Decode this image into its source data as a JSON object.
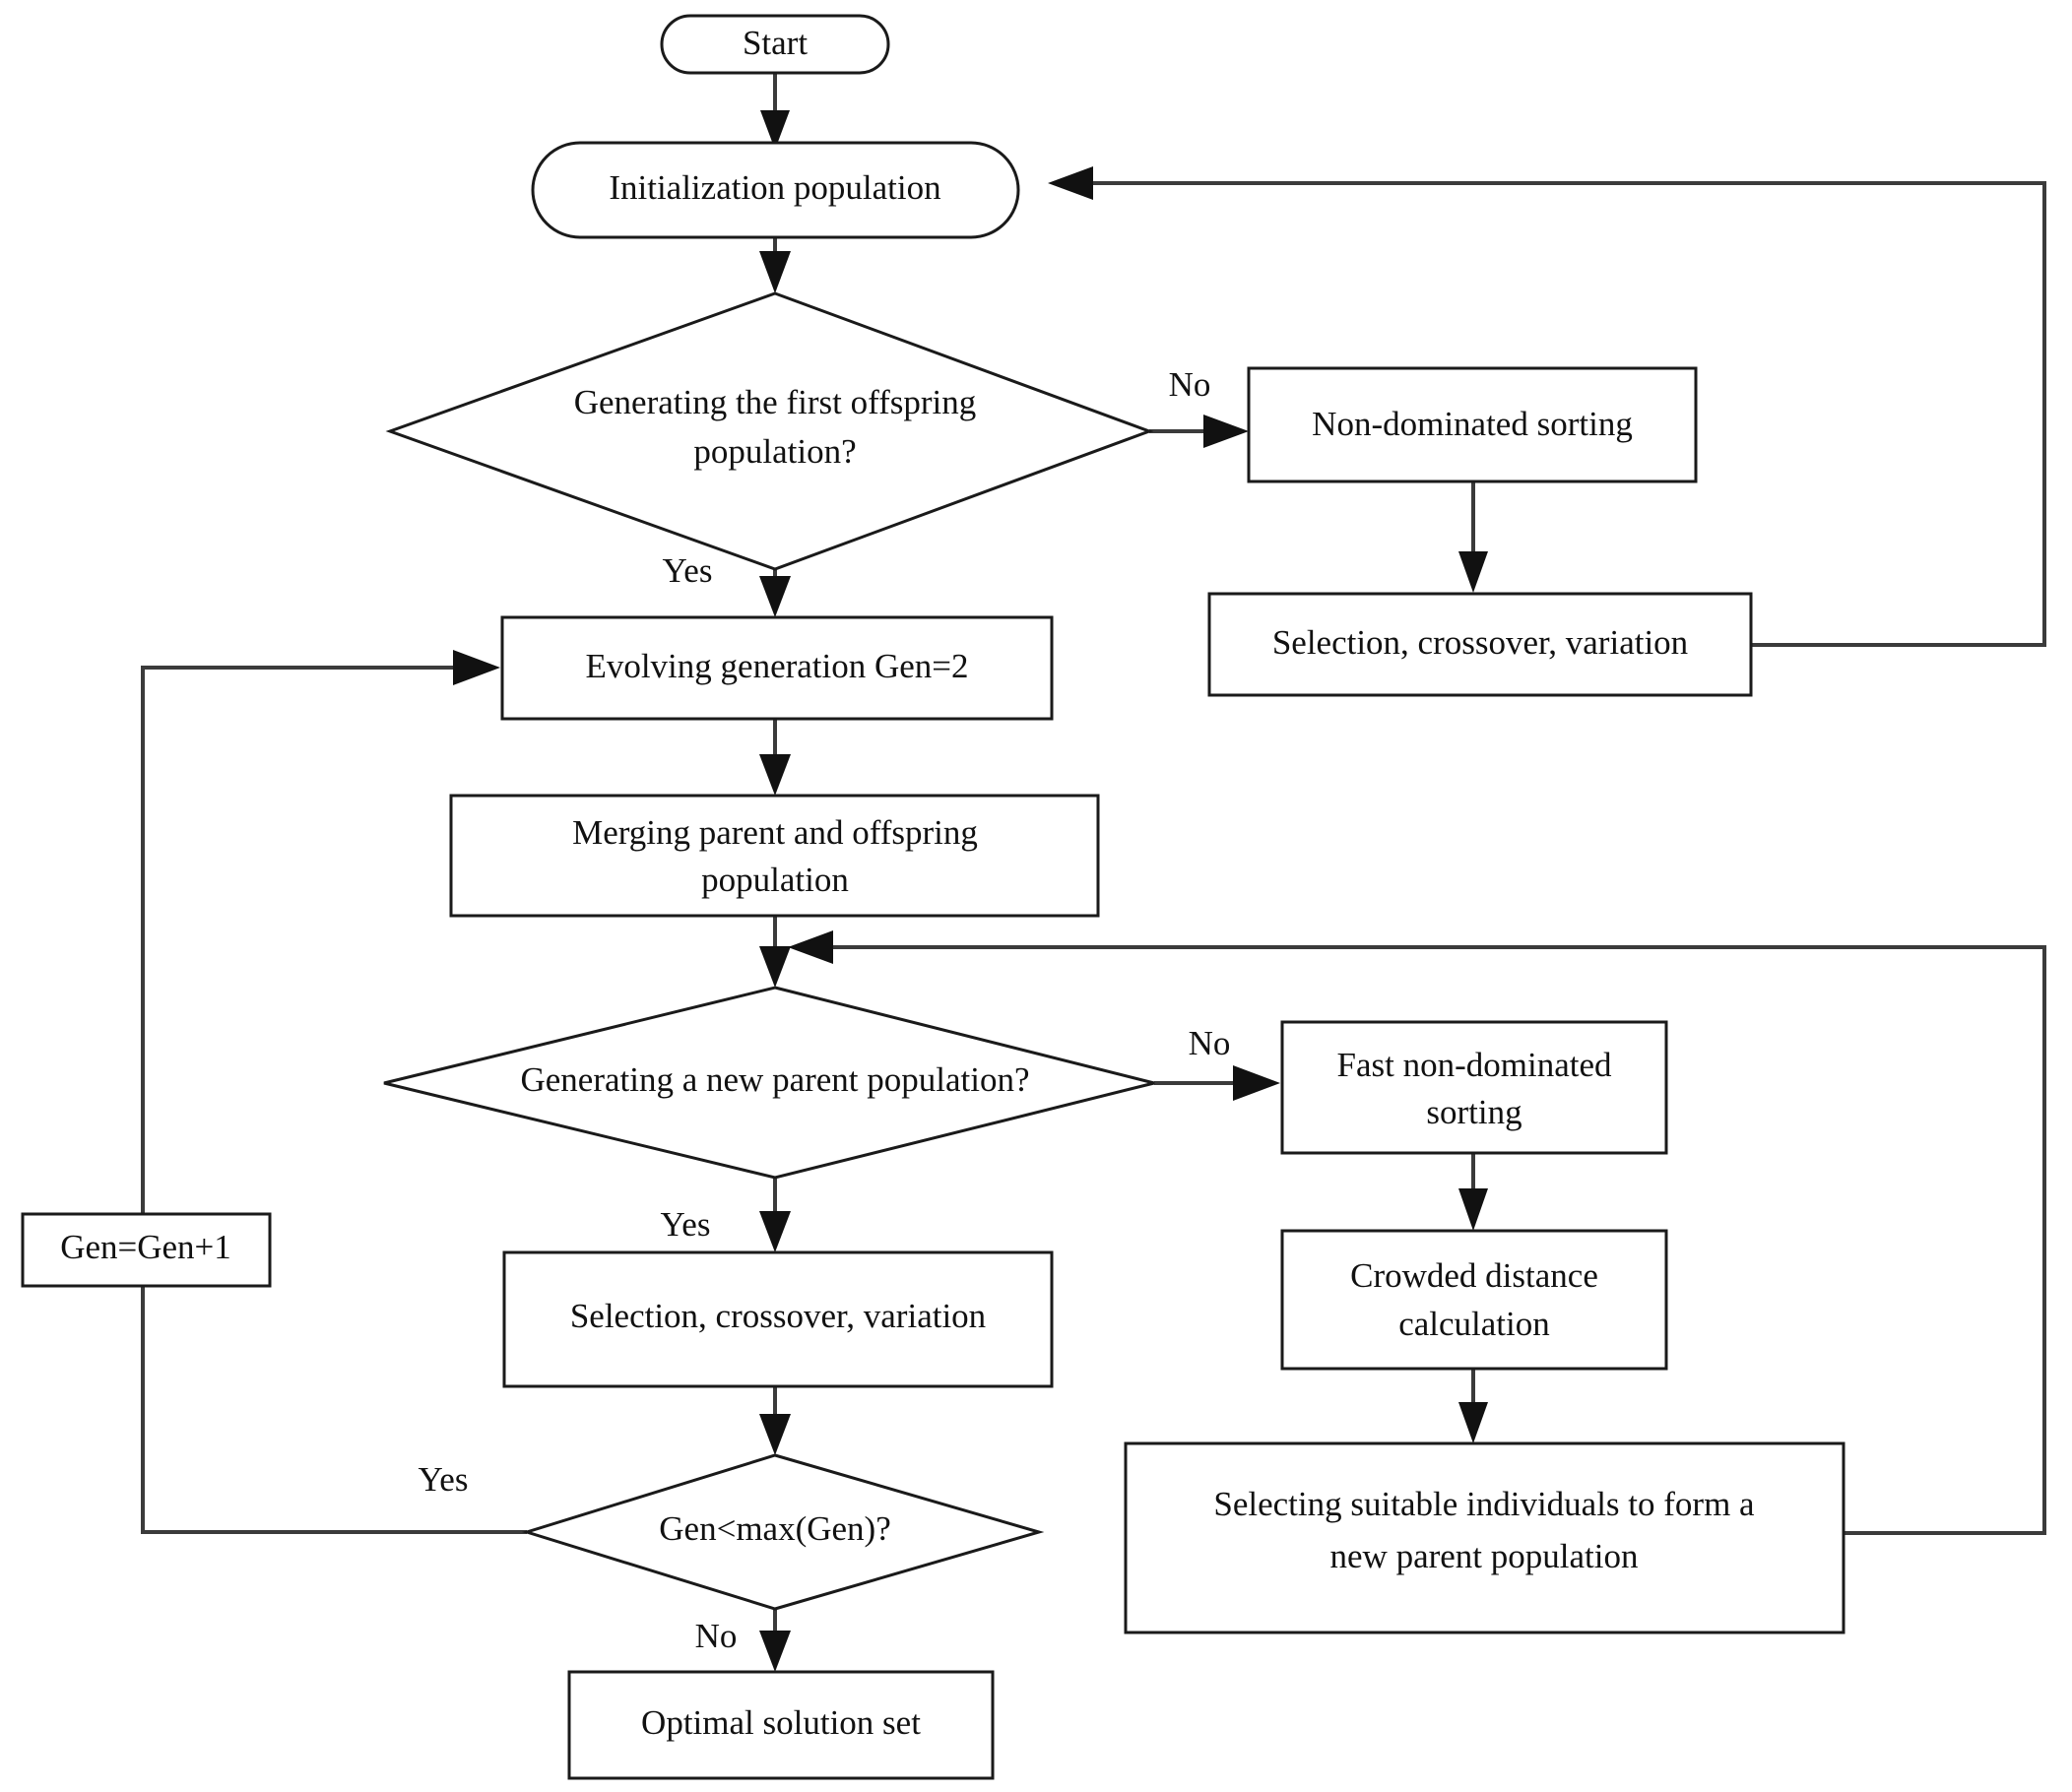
{
  "diagram": {
    "title": "NSGA-II multi-objective genetic algorithm flowchart",
    "colors": {
      "background": "#ffffff",
      "node_stroke": "#1a1a1a",
      "connector": "#3b3b3b",
      "text": "#111111"
    },
    "nodes": {
      "start": {
        "label": "Start",
        "shape": "terminal"
      },
      "init_population": {
        "label": "Initialization population",
        "shape": "terminal"
      },
      "decision_first_offspring_line1": {
        "label": "Generating the first offspring",
        "shape": "decision"
      },
      "decision_first_offspring_line2": {
        "label": "population?",
        "shape": "decision"
      },
      "non_dominated_sorting": {
        "label": "Non-dominated sorting",
        "shape": "process"
      },
      "selection_crossover_variation_top": {
        "label": "Selection, crossover, variation",
        "shape": "process"
      },
      "evolving_generation": {
        "label": "Evolving generation Gen=2",
        "shape": "process"
      },
      "merging_line1": {
        "label": "Merging parent and offspring",
        "shape": "process"
      },
      "merging_line2": {
        "label": "population",
        "shape": "process"
      },
      "decision_new_parent": {
        "label": "Generating a new parent population?",
        "shape": "decision"
      },
      "fast_non_dominated_line1": {
        "label": "Fast non-dominated",
        "shape": "process"
      },
      "fast_non_dominated_line2": {
        "label": "sorting",
        "shape": "process"
      },
      "crowded_distance_line1": {
        "label": "Crowded distance",
        "shape": "process"
      },
      "crowded_distance_line2": {
        "label": "calculation",
        "shape": "process"
      },
      "selecting_suitable_line1": {
        "label": "Selecting suitable individuals to form a",
        "shape": "process"
      },
      "selecting_suitable_line2": {
        "label": "new parent population",
        "shape": "process"
      },
      "selection_crossover_variation_bottom": {
        "label": "Selection, crossover, variation",
        "shape": "process"
      },
      "gen_increment": {
        "label": "Gen=Gen+1",
        "shape": "process"
      },
      "decision_gen_max": {
        "label": "Gen<max(Gen)?",
        "shape": "decision"
      },
      "optimal_solution_set": {
        "label": "Optimal solution set",
        "shape": "process"
      }
    },
    "edge_labels": {
      "first_offspring_no": "No",
      "first_offspring_yes": "Yes",
      "new_parent_no": "No",
      "new_parent_yes": "Yes",
      "gen_max_yes": "Yes",
      "gen_max_no": "No"
    }
  }
}
